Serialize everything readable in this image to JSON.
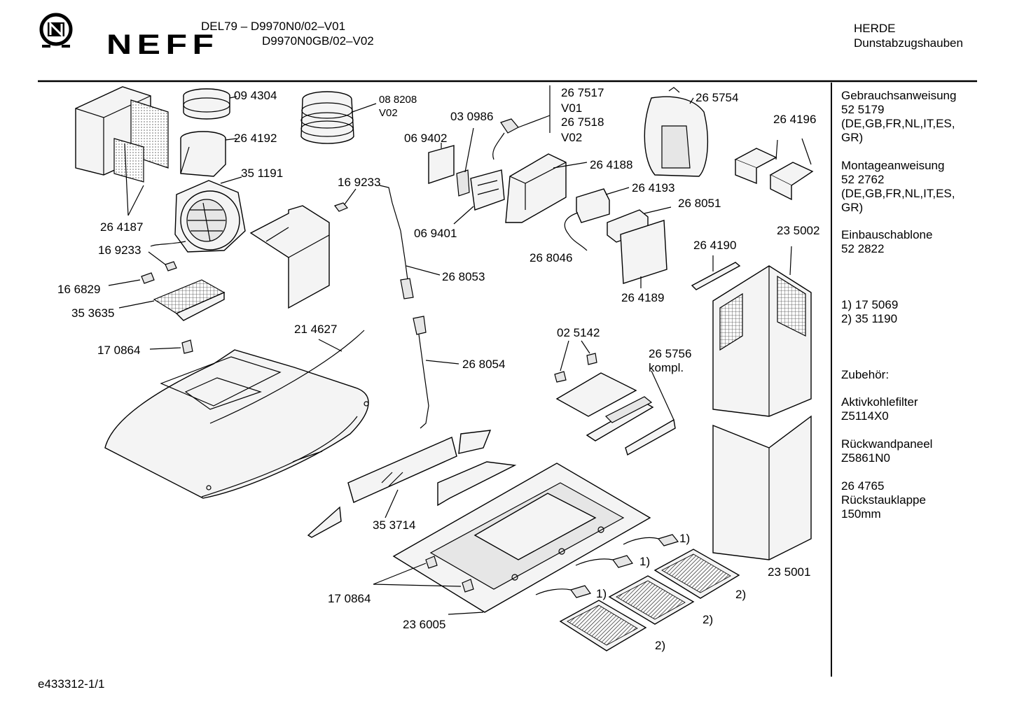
{
  "brand": "NEFF",
  "model": {
    "line1": "DEL79 – D9970N0/02–V01",
    "line2": "D9970N0GB/02–V02"
  },
  "category": {
    "line1": "HERDE",
    "line2": "Dunstabzugshauben"
  },
  "footer_code": "e433312-1/1",
  "sidebar": {
    "manual_title": "Gebrauchsanweisung",
    "manual_number": "52 5179",
    "manual_langs_1": "(DE,GB,FR,NL,IT,ES,",
    "manual_langs_2": "GR)",
    "mount_title": "Montageanweisung",
    "mount_number": "52 2762",
    "mount_langs_1": "(DE,GB,FR,NL,IT,ES,",
    "mount_langs_2": "GR)",
    "template_title": "Einbauschablone",
    "template_number": "52 2822",
    "note1": "1)  17 5069",
    "note2": "2)  35 1190",
    "accessories_title": "Zubehör:",
    "acc1_title": "Aktivkohlefilter",
    "acc1_code": "Z5114X0",
    "acc2_title": "Rückwandpaneel",
    "acc2_code": "Z5861N0",
    "acc3_code": "26 4765",
    "acc3_title": "Rückstauklappe",
    "acc3_size": "150mm"
  },
  "labels": {
    "p094304": "09 4304",
    "p088208": "08 8208",
    "p088208_v": "V02",
    "p030986": "03 0986",
    "p267517": "26 7517",
    "p267517_v": "V01",
    "p267518": "26 7518",
    "p267518_v": "V02",
    "p265754": "26 5754",
    "p264192": "26 4192",
    "p069402": "06 9402",
    "p264196": "26 4196",
    "p351191": "35 1191",
    "p169233a": "16 9233",
    "p264188": "26 4188",
    "p264193": "26 4193",
    "p268051": "26 8051",
    "p264187": "26 4187",
    "p069401": "06 9401",
    "p235002": "23 5002",
    "p169233b": "16 9233",
    "p264190": "26 4190",
    "p268046": "26 8046",
    "p166829": "16 6829",
    "p268053": "26 8053",
    "p353635": "35 3635",
    "p264189": "26 4189",
    "p214627": "21 4627",
    "p025142": "02 5142",
    "p170864a": "17 0864",
    "p265756": "26 5756",
    "p265756_k": "kompl.",
    "p268054": "26 8054",
    "p353714": "35 3714",
    "n1a": "1)",
    "n1b": "1)",
    "n1c": "1)",
    "n2a": "2)",
    "n2b": "2)",
    "n2c": "2)",
    "p235001": "23 5001",
    "p170864b": "17 0864",
    "p236005": "23 6005"
  }
}
